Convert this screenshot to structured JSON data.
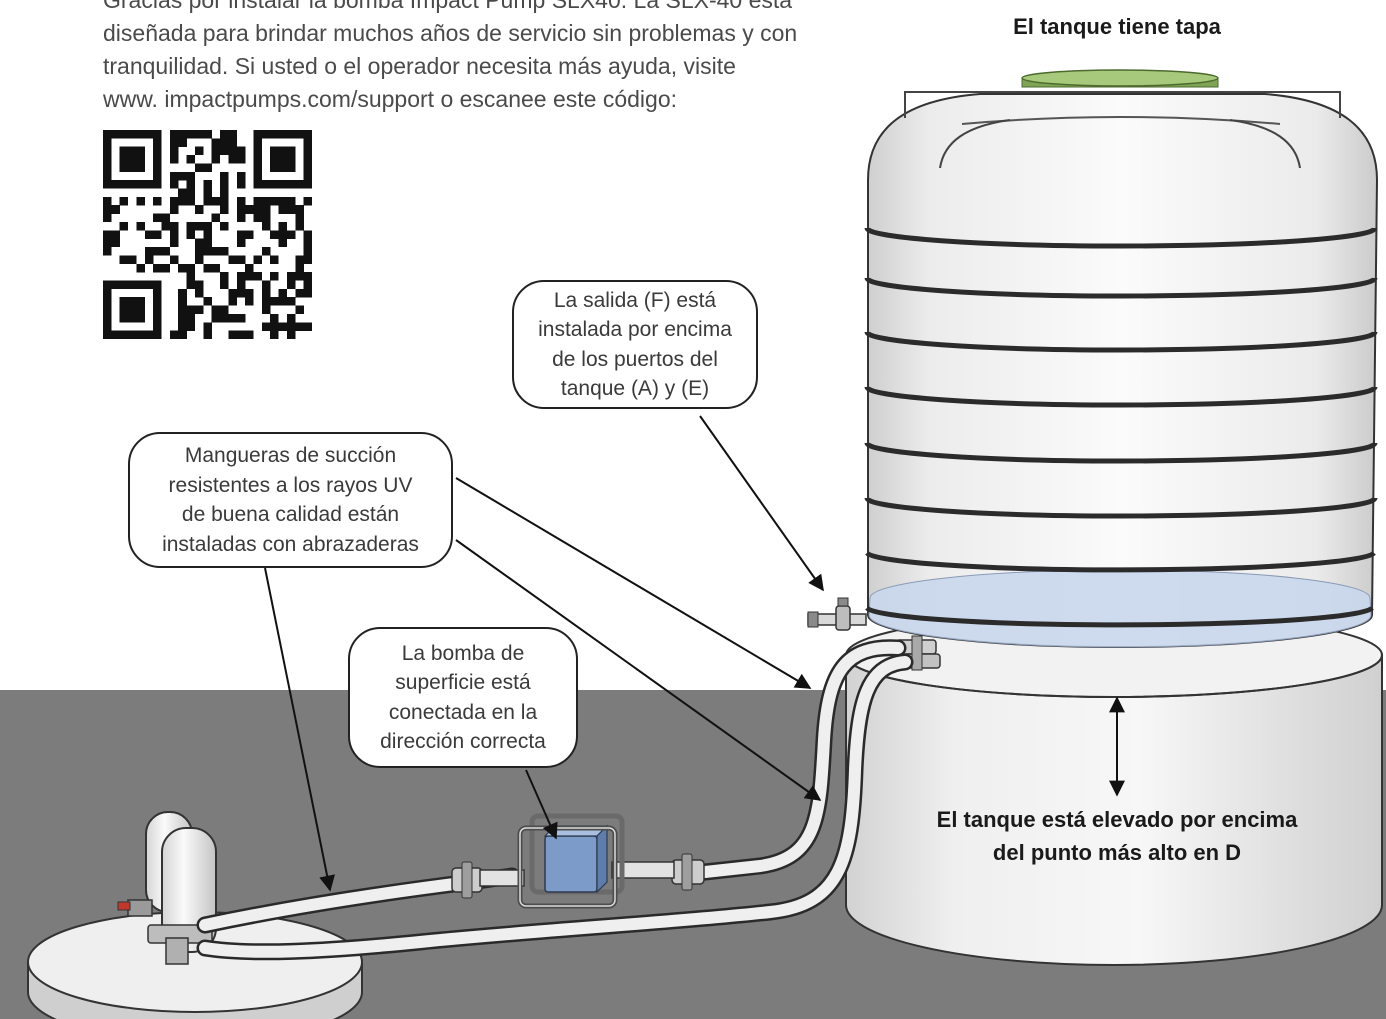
{
  "intro": {
    "lines": [
      "Gracias por instalar la bomba Impact Pump SLX40. La SLX-40 está",
      "diseñada para brindar muchos años de servicio sin problemas y con",
      "tranquilidad. Si usted o el operador necesita más ayuda, visite",
      "www. impactpumps.com/support o escanee este código:"
    ]
  },
  "lid_label": "El tanque tiene tapa",
  "callouts": {
    "outlet": {
      "lines": [
        "La salida (F) está",
        "instalada por encima",
        "de los puertos del",
        "tanque (A) y (E)"
      ]
    },
    "hoses": {
      "lines": [
        "Mangueras de succión",
        "resistentes a los rayos UV",
        "de buena calidad están",
        "instaladas con abrazaderas"
      ]
    },
    "pump": {
      "lines": [
        "La bomba de",
        "superficie está",
        "conectada en la",
        "dirección correcta"
      ]
    }
  },
  "elevation_label": {
    "lines": [
      "El tanque está elevado por encima",
      "del punto más alto en D"
    ]
  },
  "colors": {
    "ground": "#7c7c7c",
    "lid": "#a6c97c",
    "water": "#c9d6ec",
    "pump_body": "#7d9bc9",
    "ink": "#222222"
  }
}
